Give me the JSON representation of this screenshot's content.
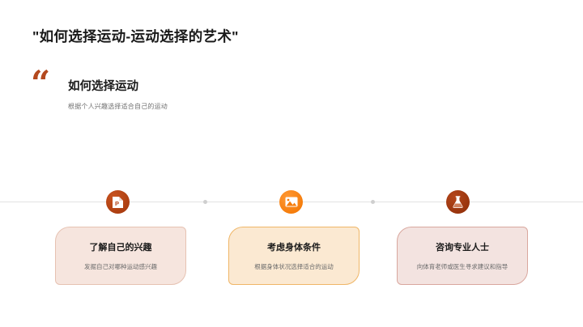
{
  "slide": {
    "title": "\"如何选择运动-运动选择的艺术\""
  },
  "quote": {
    "mark": "“",
    "heading": "如何选择运动",
    "subtitle": "根据个人兴趣选择适合自己的运动",
    "mark_color": "#b4491e"
  },
  "timeline": {
    "nodes": [
      {
        "icon": "powerpoint-file-icon",
        "color": "#ab3d10"
      },
      {
        "icon": "image-picture-icon",
        "color": "#f57c0a"
      },
      {
        "icon": "flask-beaker-icon",
        "color": "#97330c"
      }
    ],
    "connector_dots": 2,
    "line_color": "#e2e2e2"
  },
  "cards": [
    {
      "title": "了解自己的兴趣",
      "desc": "发掘自己对哪种运动感兴趣",
      "bg": "#f6e5de",
      "border": "#e6c2b2"
    },
    {
      "title": "考虑身体条件",
      "desc": "根据身体状况选择适合的运动",
      "bg": "#fbe9d2",
      "border": "#efb667"
    },
    {
      "title": "咨询专业人士",
      "desc": "向体育老师或医生寻求建议和指导",
      "bg": "#f3e3e0",
      "border": "#d9a79e"
    }
  ]
}
